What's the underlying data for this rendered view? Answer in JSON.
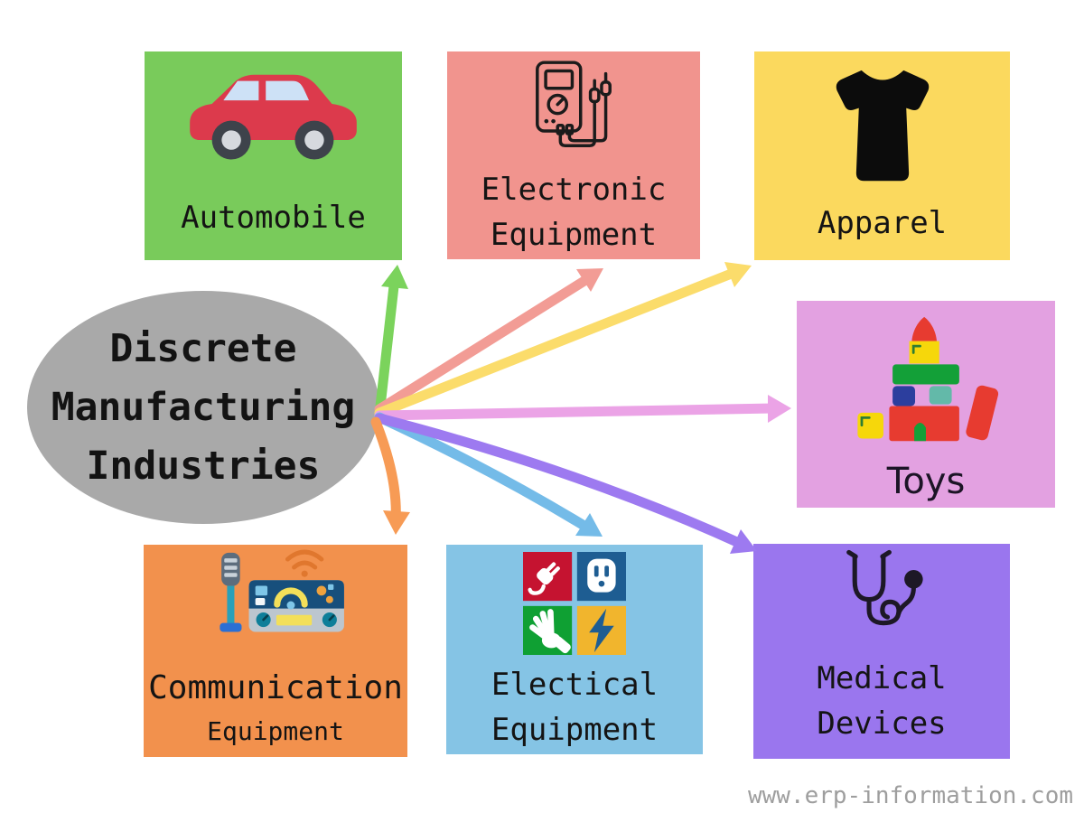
{
  "title": {
    "line1": "Discrete",
    "line2": "Manufacturing",
    "line3": "Industries"
  },
  "center": {
    "bg": "#a9a9a9",
    "text_color": "#131313"
  },
  "nodes": {
    "automobile": {
      "label": "Automobile",
      "bg": "#79cb5b",
      "icon": "car-icon"
    },
    "electronic": {
      "line1": "Electronic",
      "line2": "Equipment",
      "bg": "#f1948e",
      "icon": "multimeter-icon"
    },
    "apparel": {
      "label": "Apparel",
      "bg": "#fbd95e",
      "icon": "tshirt-icon"
    },
    "toys": {
      "label": "Toys",
      "bg": "#e3a1e1",
      "icon": "toy-blocks-icon"
    },
    "medical": {
      "line1": "Medical",
      "line2": "Devices",
      "bg": "#9a76ee",
      "icon": "stethoscope-icon"
    },
    "electrical": {
      "line1": "Electical",
      "line2": "Equipment",
      "bg": "#85c4e5",
      "icon": "electrical-grid-icon"
    },
    "communication": {
      "line1": "Communication",
      "line2": "Equipment",
      "bg": "#f2914d",
      "icon": "radio-icon"
    }
  },
  "arrows": {
    "automobile": {
      "color": "#7bd35c"
    },
    "electronic": {
      "color": "#f29c95"
    },
    "apparel": {
      "color": "#fbdc6b"
    },
    "toys": {
      "color": "#eba3e6"
    },
    "electrical": {
      "color": "#74bbe8"
    },
    "medical": {
      "color": "#9d7af0"
    },
    "communication": {
      "color": "#f79b55"
    }
  },
  "watermark": {
    "text": "www.erp-information.com",
    "color": "#9e9e9e"
  }
}
